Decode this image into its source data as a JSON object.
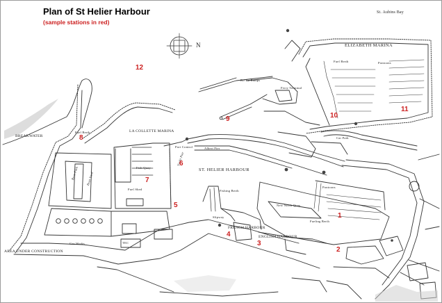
{
  "map": {
    "title": "Plan of St Helier Harbour",
    "subtitle": "(sample stations in red)",
    "station_color": "#cc2020",
    "stations": [
      "1",
      "2",
      "3",
      "4",
      "5",
      "6",
      "7",
      "8",
      "9",
      "10",
      "11",
      "12"
    ],
    "compass_letter": "N",
    "labels": {
      "st_aubins_bay": "St. Aubins Bay",
      "elizabeth_marina": "ELIZABETH MARINA",
      "breakwater": "BREAKWATER",
      "la_collette_marina": "LA COLLETTE MARINA",
      "st_helier_harbour": "ST. HELIER HARBOUR",
      "french_harbour": "FRENCH HARBOUR",
      "english_harbour": "ENGLISH HARBOUR",
      "area_under_construction": "AREA UNDER CONSTRUCTION",
      "fuel_berth": "Fuel Berth",
      "fuel_berth_2": "Fuel Berth",
      "fueling_berth": "Fueling Berth",
      "pontoons_top": "Pontoons",
      "pontoons_right": "Pontoons",
      "ro_ro_ramps": "Ro-Ro Ramps",
      "ferry_terminal": "Ferry Terminal",
      "port_control": "Port Control",
      "albert_pier": "Albert Pier",
      "car_park": "Car Park",
      "new_north_quay": "New North Quay",
      "yacht_pier": "Yacht Pier",
      "fish_quay": "Fish Quay",
      "fishing_berth": "Fishing Berth",
      "boat_park": "Boat Park",
      "boat_yard": "Boat Yard",
      "victoria_pier": "Victoria Pier",
      "slipway": "Slipway",
      "gas_works": "Gas Works",
      "tec": "TEC",
      "fuel_shed": "Fuel Shed"
    }
  }
}
